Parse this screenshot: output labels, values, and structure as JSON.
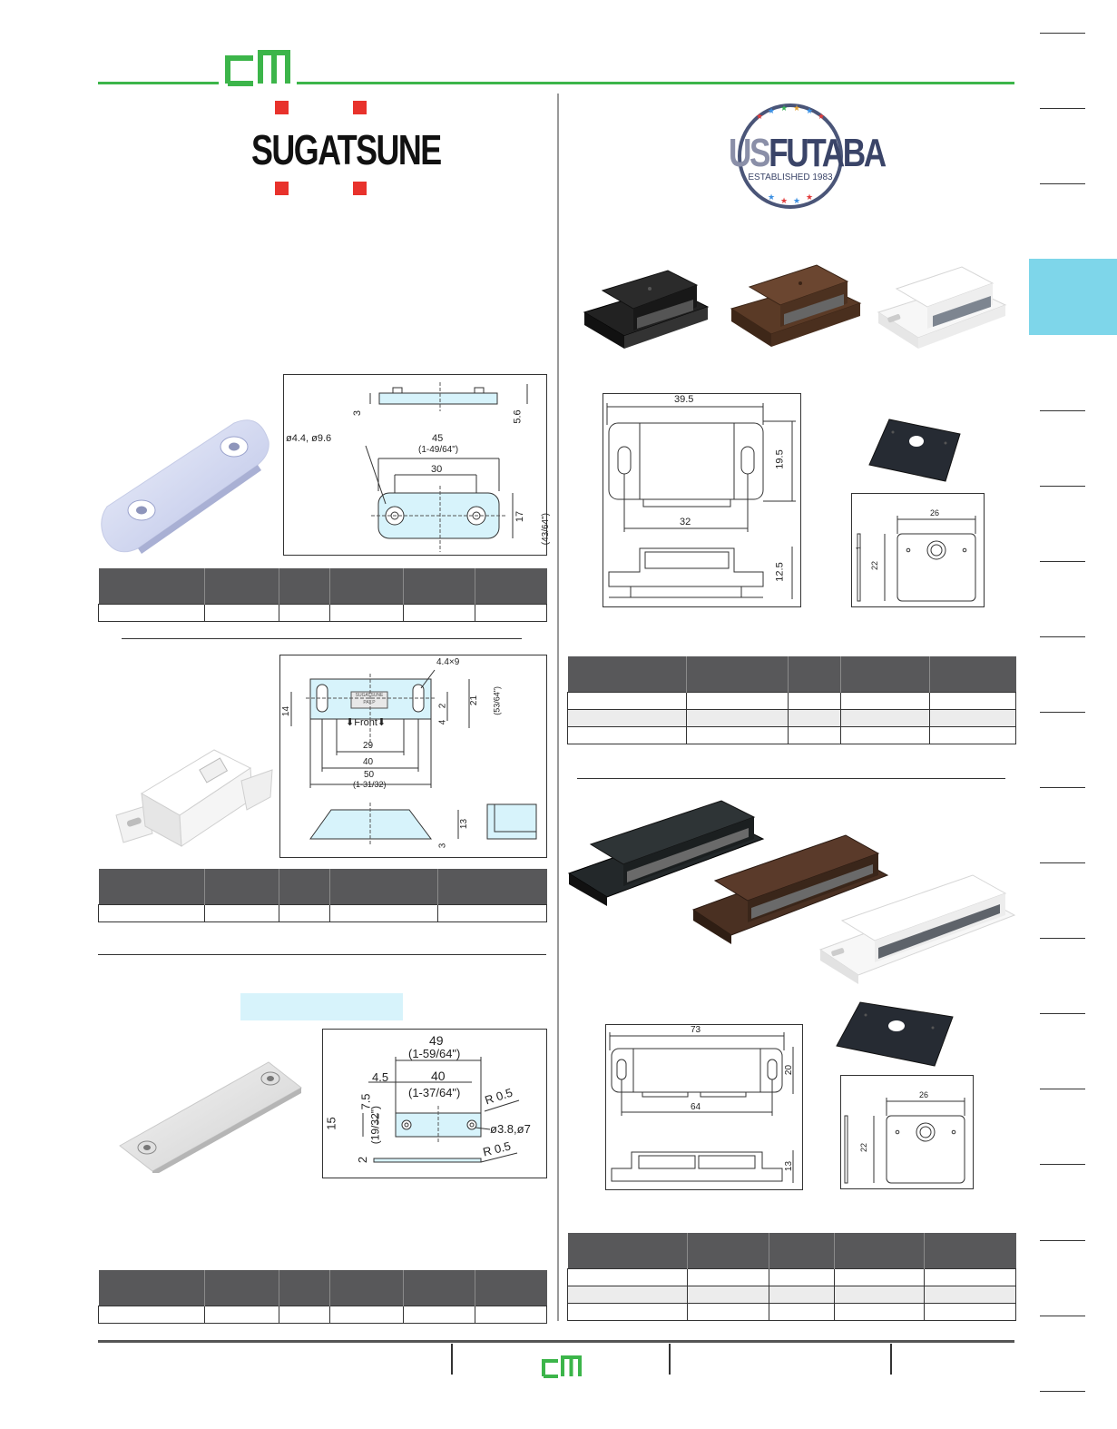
{
  "header": {
    "logo_icon": "cm-logo-icon",
    "brand_color": "#3cb54a"
  },
  "brands": {
    "left": {
      "name": "SUGATSUNE",
      "accent_color": "#e8322c"
    },
    "right": {
      "name_part1": "US",
      "name_part2": "FUTABA",
      "tagline": "ESTABLISHED 1983"
    }
  },
  "side_tab_color": "#7ed6ea",
  "drawings": {
    "strike_plate": {
      "thickness": "3",
      "height_right": "5.6",
      "hole_label": "ø4.4, ø9.6",
      "length": "45",
      "length_in": "(1-49/64\")",
      "hole_spacing": "30",
      "width": "17",
      "width_in": "(43/64\")"
    },
    "white_catch": {
      "slot_label": "4.4×9",
      "plate_label_1": "SUGATSUNE",
      "plate_label_2": "PAT.P",
      "front_label": "Front",
      "left_height": "14",
      "dim_2": "2",
      "dim_4": "4",
      "height": "21",
      "height_in": "(53/64\")",
      "dim_29": "29",
      "dim_40": "40",
      "length": "50",
      "length_in": "(1-31/32)",
      "depth": "13",
      "base": "3"
    },
    "flat_plate": {
      "length": "49",
      "length_in": "(1-59/64\")",
      "offset": "4.5",
      "spacing": "40",
      "spacing_in": "(1-37/64\")",
      "half_height": "7.5",
      "height": "15",
      "height_in": "(19/32\")",
      "radius_top": "R 0.5",
      "hole_label": "ø3.8,ø7",
      "thickness": "2",
      "radius_bottom": "R 0.5"
    },
    "futaba_single": {
      "length": "39.5",
      "height": "19.5",
      "spacing": "32",
      "depth": "12.5"
    },
    "futaba_plate_1": {
      "width": "26",
      "height": "22",
      "thickness": "1"
    },
    "futaba_double": {
      "length": "73",
      "height": "20",
      "spacing": "64",
      "depth": "13"
    },
    "futaba_plate_2": {
      "width": "26",
      "height": "22"
    }
  }
}
